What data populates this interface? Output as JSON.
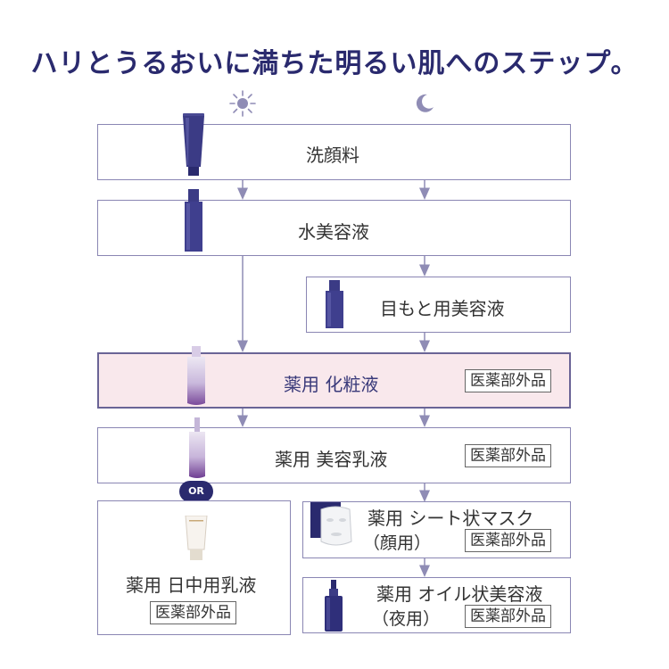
{
  "title": "ハリとうるおいに満ちた明るい肌へのステップ。",
  "icons": {
    "day": "sun-icon",
    "night": "moon-icon"
  },
  "colors": {
    "navy": "#2a2a6e",
    "frame": "#8a86b3",
    "arrow": "#8f8cb5",
    "highlight_bg": "#f9e8ec"
  },
  "steps": {
    "cleanser": {
      "label": "洗顔料"
    },
    "lotion": {
      "label": "水美容液"
    },
    "eye": {
      "label": "目もと用美容液"
    },
    "toner": {
      "label": "薬用 化粧液",
      "badge": "医薬部外品"
    },
    "milk": {
      "label": "薬用 美容乳液",
      "badge": "医薬部外品"
    },
    "or": "OR",
    "day_milk": {
      "label": "薬用 日中用乳液",
      "badge": "医薬部外品"
    },
    "mask": {
      "label": "薬用 シート状マスク",
      "sub": "（顔用）",
      "badge": "医薬部外品"
    },
    "oil": {
      "label": "薬用 オイル状美容液",
      "sub": "（夜用）",
      "badge": "医薬部外品"
    }
  }
}
